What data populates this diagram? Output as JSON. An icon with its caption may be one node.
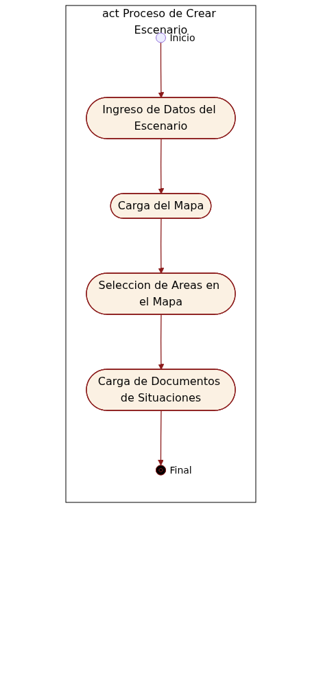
{
  "diagram": {
    "nodes": [
      {
        "text": [
          "act Proceso de Crear Escenario"
        ]
      },
      {
        "text": [],
        "shape": "circle",
        "beside": [
          "Inicio"
        ],
        "in": 0
      },
      {
        "text": [
          "Ingreso de Datos del Escenario"
        ],
        "in": 0
      },
      {
        "text": [
          "Carga del Mapa"
        ],
        "in": 0
      },
      {
        "text": [
          "Seleccion de Areas en el Mapa"
        ],
        "in": 0
      },
      {
        "text": [
          "Carga de Documentos de Situaciones"
        ],
        "in": 0
      },
      {
        "text": [],
        "shape": "circle",
        "beside": [
          "Final"
        ],
        "in": 0
      }
    ],
    "edges": [
      {
        "from": 1,
        "to": 2,
        "arrow": "to"
      },
      {
        "from": 2,
        "to": 3,
        "arrow": "to"
      },
      {
        "from": 3,
        "to": 4,
        "arrow": "to"
      },
      {
        "from": 4,
        "to": 5,
        "arrow": "to"
      },
      {
        "from": 5,
        "to": 6,
        "arrow": "to"
      }
    ]
  }
}
